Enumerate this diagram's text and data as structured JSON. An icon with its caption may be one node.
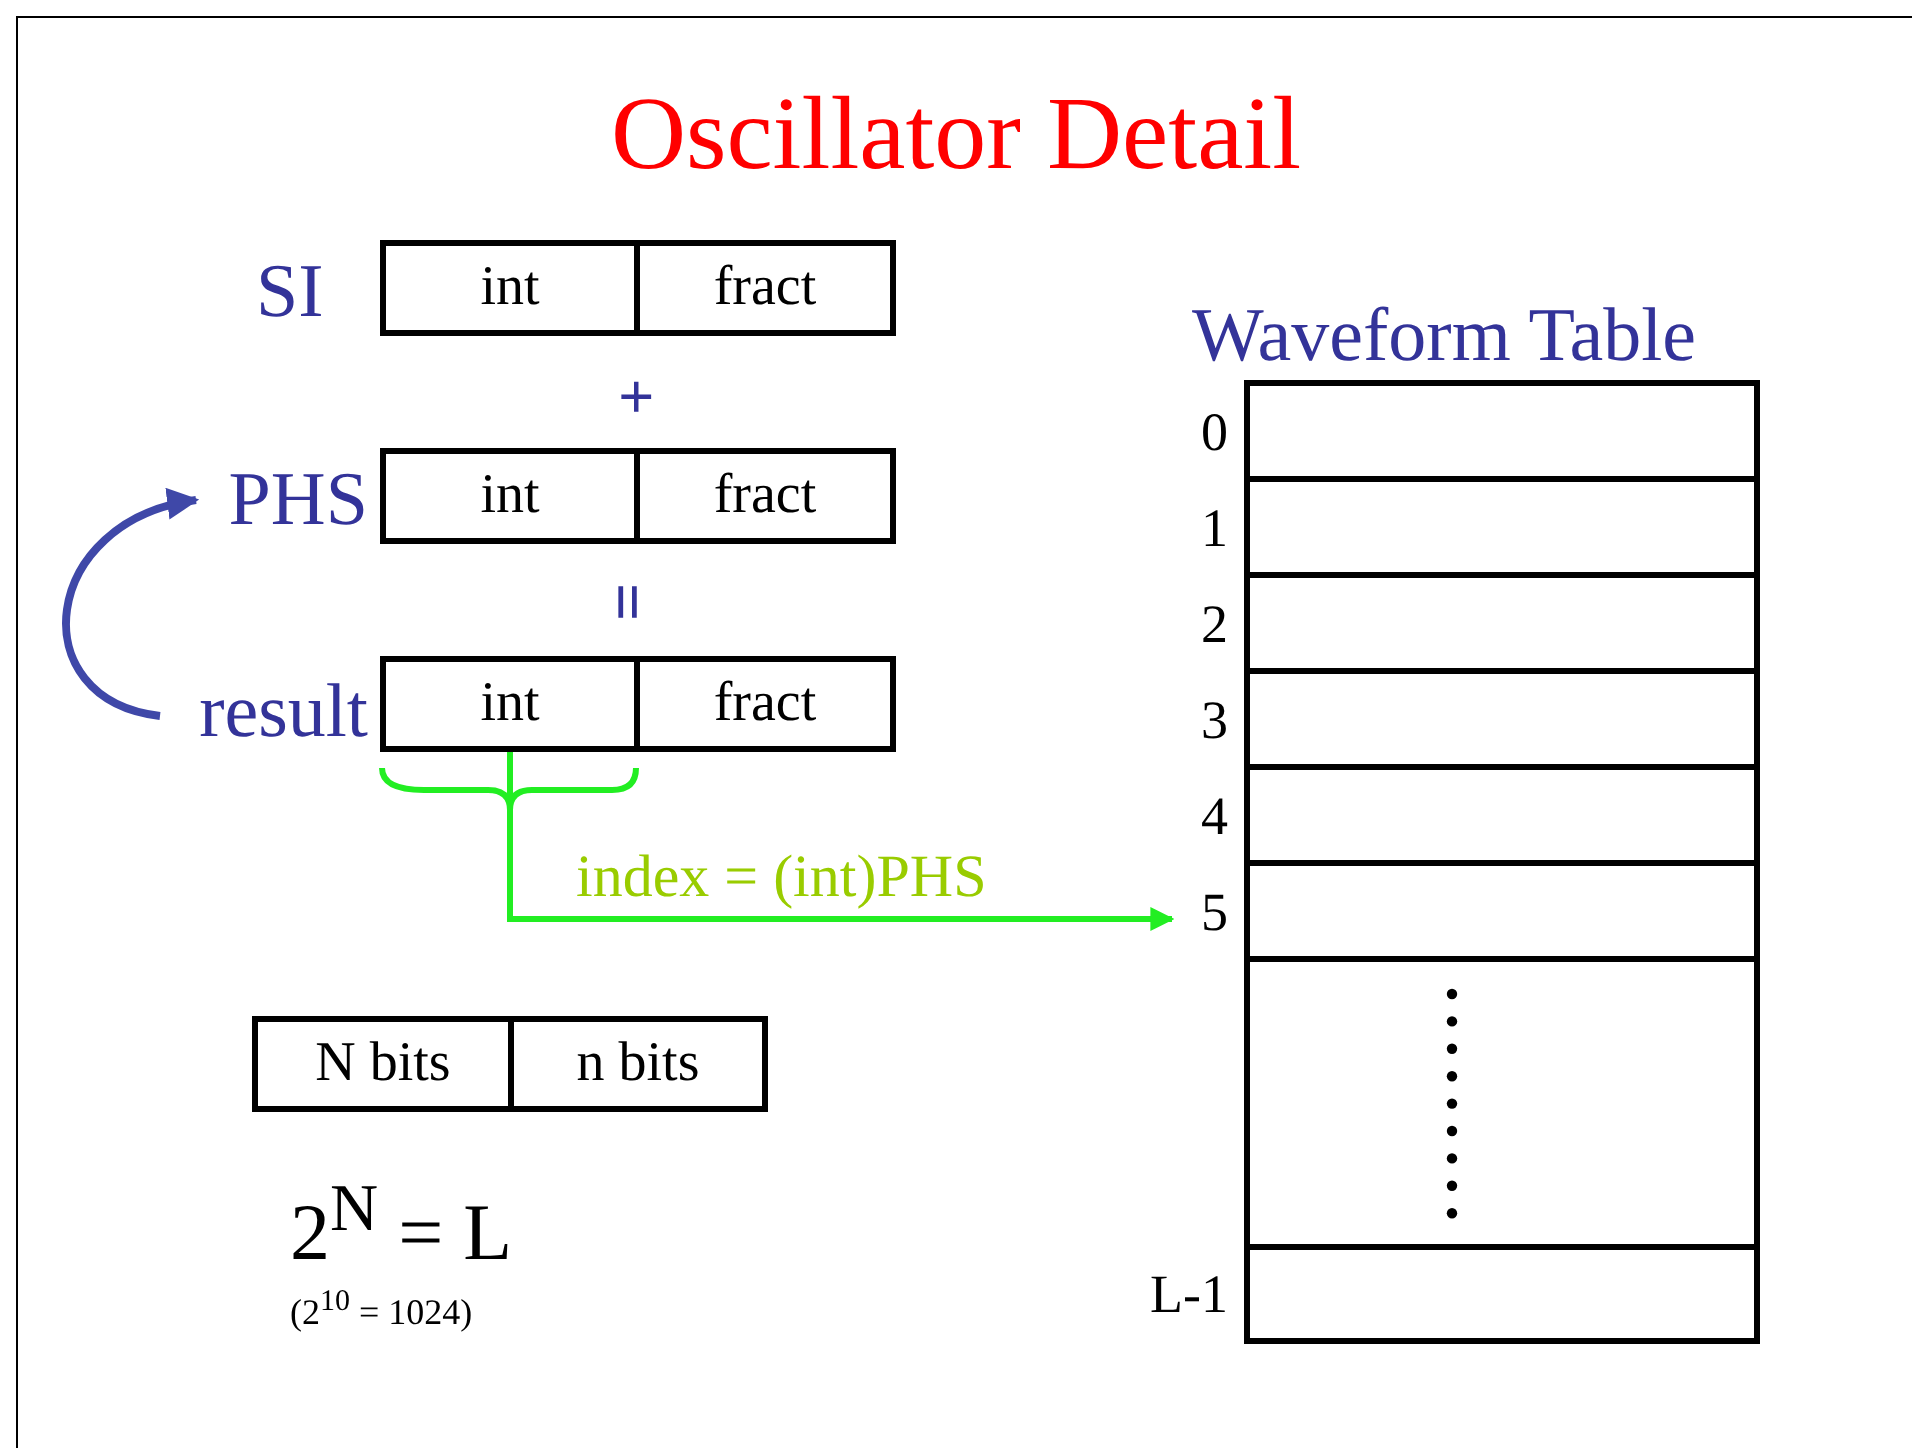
{
  "diagram": {
    "title": "Oscillator Detail",
    "nodes": [
      {
        "text": [
          "int"
        ]
      },
      {
        "text": [
          "fract"
        ]
      },
      {
        "text": [
          "PHS"
        ]
      },
      {
        "text": [
          "int"
        ]
      },
      {
        "text": [
          "fract"
        ]
      },
      {
        "text": [
          "result"
        ]
      },
      {
        "text": [
          "int"
        ]
      },
      {
        "text": [
          "fract"
        ]
      },
      {
        "text": [
          "N bits"
        ]
      },
      {
        "text": [
          "n bits"
        ]
      },
      {
        "text": [
          "Waveform Table"
        ]
      },
      {
        "text": [],
        "shape": "box",
        "in": 10,
        "beside": [
          "0"
        ]
      },
      {
        "text": [],
        "shape": "box",
        "in": 10,
        "beside": [
          "1"
        ]
      },
      {
        "text": [],
        "shape": "box",
        "in": 10,
        "beside": [
          "2"
        ]
      },
      {
        "text": [],
        "shape": "box",
        "in": 10,
        "beside": [
          "3"
        ]
      },
      {
        "text": [],
        "shape": "box",
        "in": 10,
        "beside": [
          "4"
        ]
      },
      {
        "text": [],
        "shape": "box",
        "in": 10,
        "beside": [
          "5"
        ]
      },
      {
        "text": [],
        "shape": "box",
        "in": 10
      },
      {
        "text": [],
        "shape": "box",
        "in": 10,
        "beside": [
          "L-1"
        ]
      }
    ],
    "edges": [
      {
        "from": 5,
        "to": 2,
        "arrow": "to",
        "color": "#3f48a8"
      },
      {
        "from": 6,
        "to": 16,
        "arrow": "to",
        "label": "index = (int)PHS",
        "color": "#22ee22"
      }
    ],
    "labels": [
      "SI",
      "+",
      "=",
      "2$^{N}$ = L",
      "(2$^{10}$ = 1024)"
    ]
  }
}
